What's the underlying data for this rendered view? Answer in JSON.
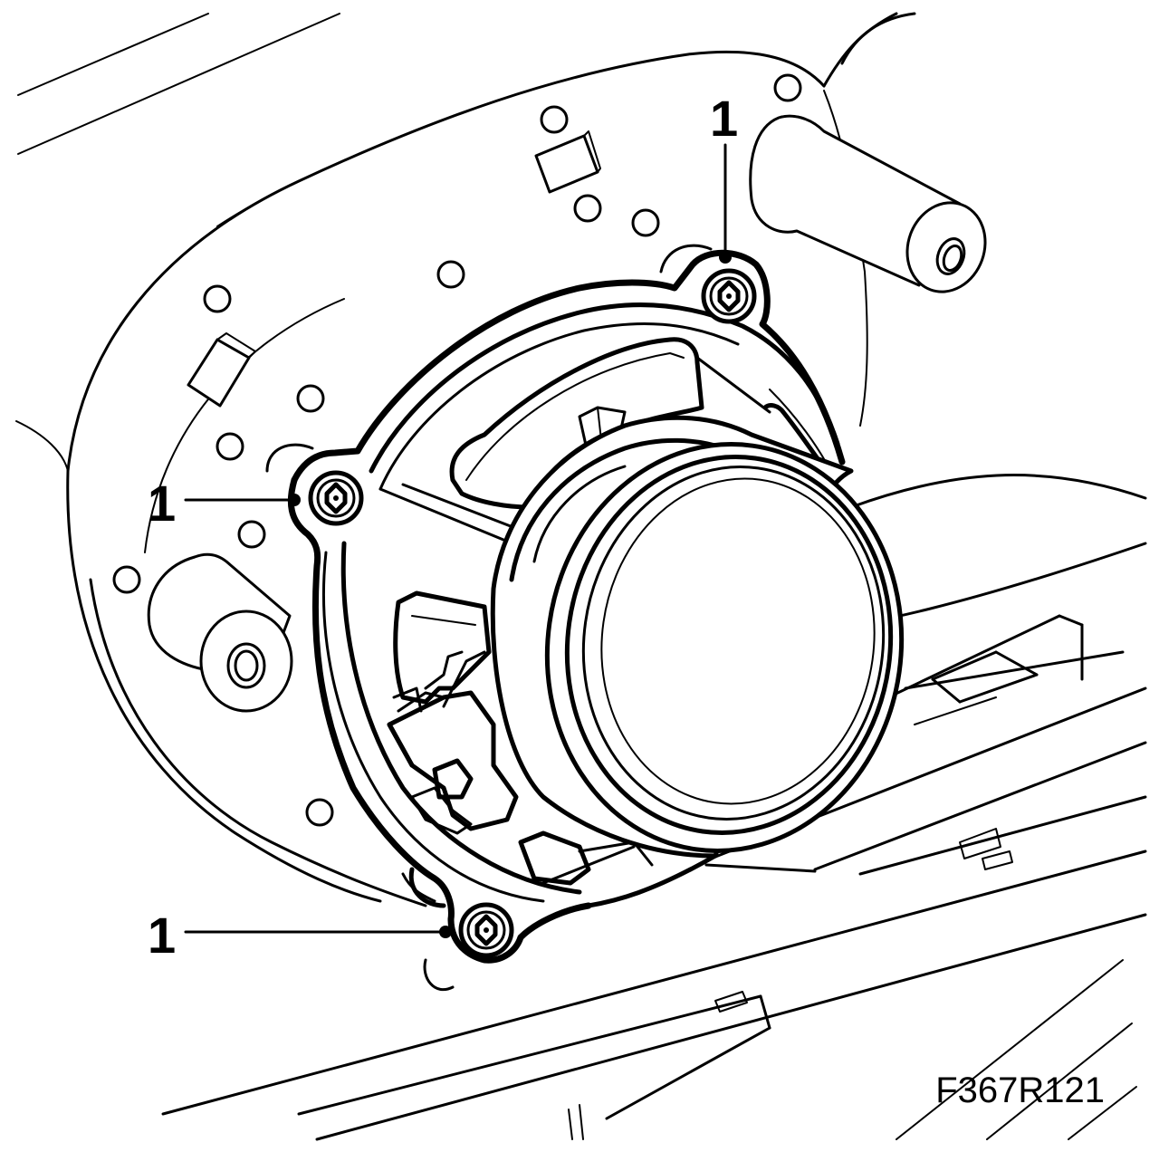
{
  "figure": {
    "code": "F367R121",
    "callouts": [
      {
        "label": "1"
      },
      {
        "label": "1"
      },
      {
        "label": "1"
      }
    ]
  }
}
